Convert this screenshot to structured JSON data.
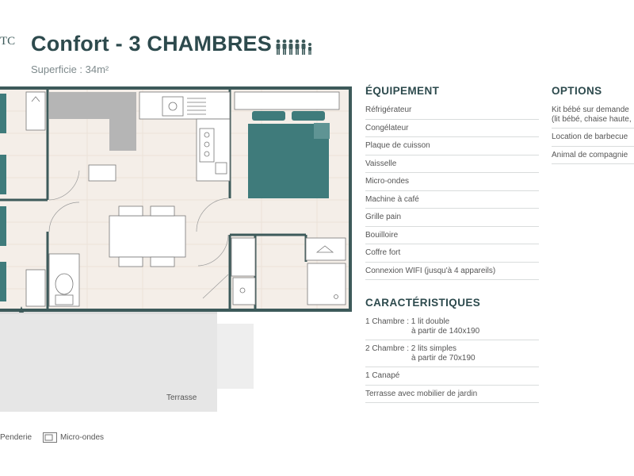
{
  "header": {
    "logo_fragment": "TC",
    "title": "Confort - 3 CHAMBRES",
    "capacity_icon": "six-people-icon",
    "surface": "Superficie : 34m²"
  },
  "plan": {
    "terrace_label": "Terrasse"
  },
  "legend": {
    "items": [
      {
        "icon": "wardrobe-icon",
        "label": "Penderie"
      },
      {
        "icon": "microwave-icon",
        "label": "Micro-ondes"
      }
    ]
  },
  "equipement": {
    "title": "ÉQUIPEMENT",
    "items": [
      "Réfrigérateur",
      "Congélateur",
      "Plaque de cuisson",
      "Vaisselle",
      "Micro-ondes",
      "Machine à café",
      "Grille pain",
      "Bouilloire",
      "Coffre fort",
      "Connexion WIFI (jusqu'à 4 appareils)"
    ]
  },
  "caracteristiques": {
    "title": "CARACTÉRISTIQUES",
    "items": [
      {
        "line1": "1 Chambre : 1 lit double",
        "line2": "à partir de 140x190"
      },
      {
        "line1": "2 Chambre : 2 lits simples",
        "line2": "à partir de 70x190"
      },
      {
        "line1": "1 Canapé",
        "line2": ""
      },
      {
        "line1": "Terrasse avec mobilier de jardin",
        "line2": ""
      }
    ]
  },
  "options": {
    "title": "OPTIONS",
    "items": [
      {
        "line1": "Kit bébé sur demande",
        "line2": "(lit bébé, chaise haute,"
      },
      {
        "line1": "Location de barbecue",
        "line2": ""
      },
      {
        "line1": "Animal de compagnie",
        "line2": ""
      }
    ]
  },
  "colors": {
    "accent": "#2d4a4d",
    "wall": "#3d5a5a",
    "bed": "#3f7b7b",
    "floor": "#f5efe9",
    "divider": "#d9dcdc"
  }
}
